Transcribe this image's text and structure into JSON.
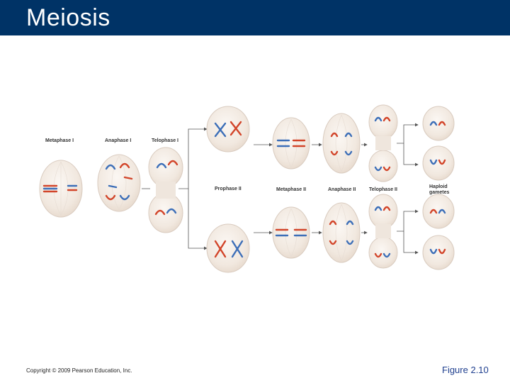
{
  "slide": {
    "title": "Meiosis",
    "copyright": "Copyright © 2009 Pearson Education, Inc.",
    "figure_ref": "Figure 2.10"
  },
  "diagram": {
    "stage_labels": {
      "metaphase_1": "Metaphase I",
      "anaphase_1": "Anaphase I",
      "telophase_1": "Telophase I",
      "prophase_2": "Prophase II",
      "metaphase_2": "Metaphase II",
      "anaphase_2": "Anaphase II",
      "telophase_2": "Telophase II",
      "haploid_1": "Haploid",
      "haploid_2": "gametes"
    },
    "colors": {
      "title_bar": "#003366",
      "maternal_chromosome": "#d2452a",
      "paternal_chromosome": "#3d6fb8",
      "figure_ref": "#1f3f8f"
    }
  }
}
